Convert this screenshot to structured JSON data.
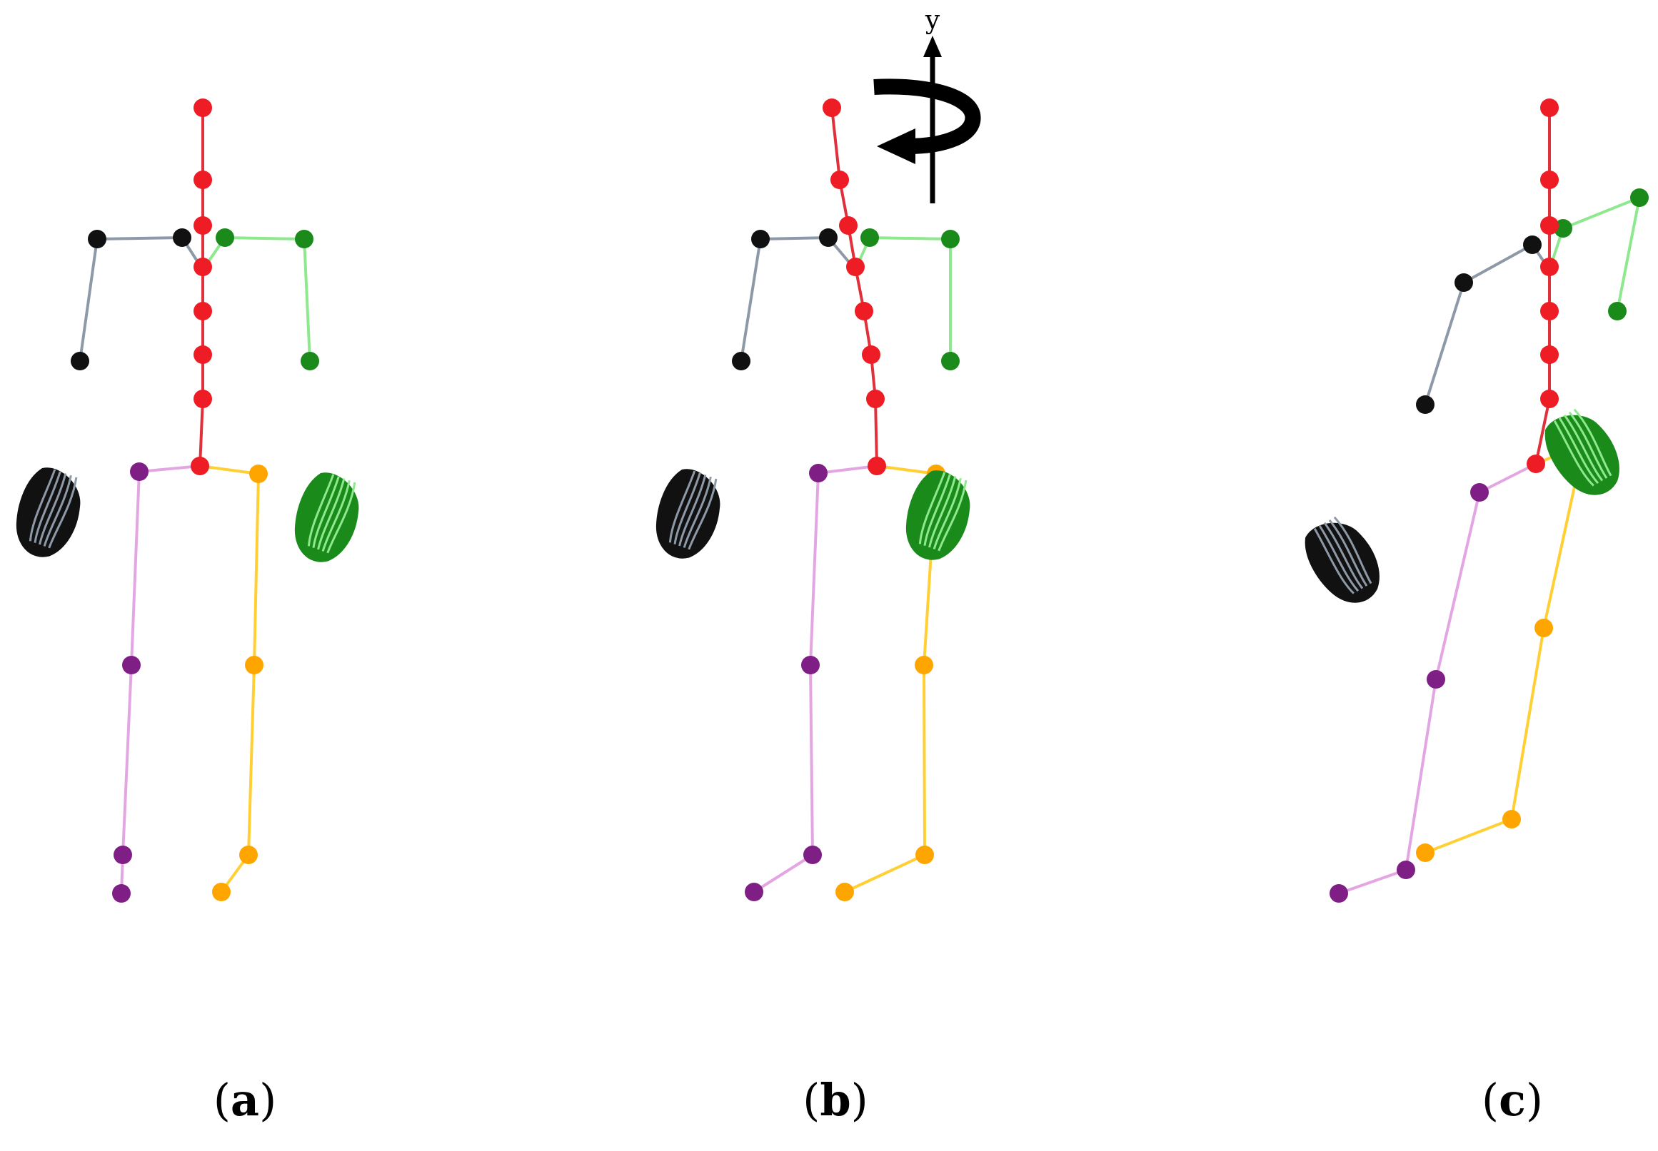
{
  "captions": {
    "a": "a",
    "b": "b",
    "c": "c"
  },
  "rotation_axis_label": "y",
  "colors": {
    "spine": "#ee1c25",
    "spine_line": "#e0303a",
    "right_arm": "#111111",
    "right_arm_line": "#8e99a8",
    "left_arm": "#1a8a1a",
    "left_arm_line": "#8ee88e",
    "right_leg": "#7f1f86",
    "right_leg_line": "#e3a6e3",
    "left_leg": "#ffa500",
    "left_leg_line": "#ffcf33"
  }
}
